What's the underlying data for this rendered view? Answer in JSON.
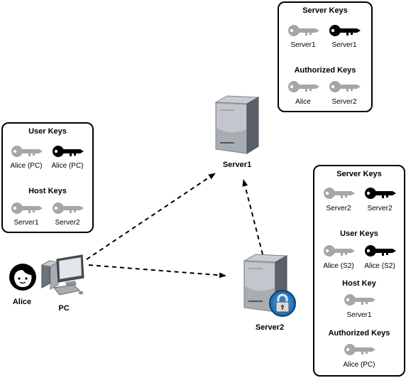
{
  "nodes": {
    "server1": "Server1",
    "server2": "Server2",
    "pc": "PC",
    "alice": "Alice"
  },
  "server1_panel": {
    "server_keys": {
      "title": "Server Keys",
      "keys": [
        {
          "label": "Server1",
          "type": "public"
        },
        {
          "label": "Server1",
          "type": "private"
        }
      ]
    },
    "authorized_keys": {
      "title": "Authorized Keys",
      "keys": [
        {
          "label": "Alice",
          "type": "public"
        },
        {
          "label": "Server2",
          "type": "public"
        }
      ]
    }
  },
  "pc_panel": {
    "user_keys": {
      "title": "User Keys",
      "keys": [
        {
          "label": "Alice (PC)",
          "type": "public"
        },
        {
          "label": "Alice (PC)",
          "type": "private"
        }
      ]
    },
    "host_keys": {
      "title": "Host Keys",
      "keys": [
        {
          "label": "Server1",
          "type": "public"
        },
        {
          "label": "Server2",
          "type": "public"
        }
      ]
    }
  },
  "server2_panel": {
    "server_keys": {
      "title": "Server Keys",
      "keys": [
        {
          "label": "Server2",
          "type": "public"
        },
        {
          "label": "Server2",
          "type": "private"
        }
      ]
    },
    "user_keys": {
      "title": "User Keys",
      "keys": [
        {
          "label": "Alice (S2)",
          "type": "public"
        },
        {
          "label": "Alice (S2)",
          "type": "private"
        }
      ]
    },
    "host_key": {
      "title": "Host Key",
      "keys": [
        {
          "label": "Server1",
          "type": "public"
        }
      ]
    },
    "authorized_keys": {
      "title": "Authorized Keys",
      "keys": [
        {
          "label": "Alice (PC)",
          "type": "public"
        }
      ]
    }
  },
  "colors": {
    "public_key": "#a6a6a6",
    "private_key": "#000000",
    "server_body": "#8d949c",
    "lock_badge": "#1f6fb5"
  }
}
